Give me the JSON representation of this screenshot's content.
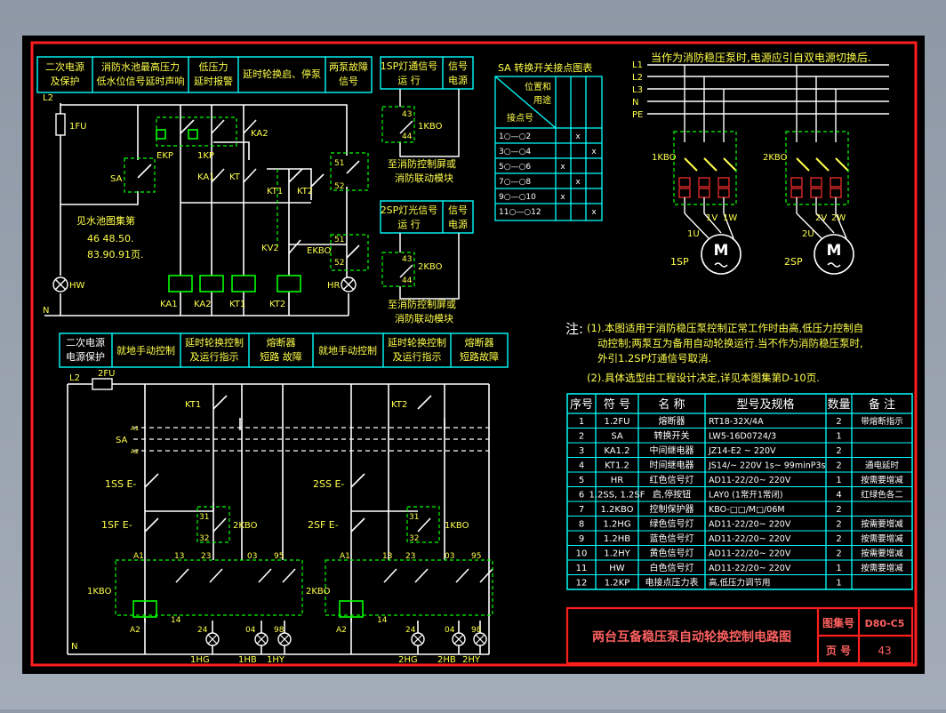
{
  "top_left_header": {
    "col1": [
      "二次电源",
      "及保护"
    ],
    "col2": [
      "消防水池最高压力",
      "低水位信号延时声响"
    ],
    "col3": [
      "低压力",
      "延时报警"
    ],
    "col4": "延时轮换启、停泵",
    "col5": [
      "两泵故障",
      "信号"
    ]
  },
  "left_top_labels": {
    "l2": "L2",
    "fuse": "1FU",
    "n": "N",
    "sa": "SA",
    "ekp": "EKP",
    "kp": "1KP",
    "ka2_top": "KA2",
    "ka1": "KA1",
    "kt": "KT",
    "kt1": "KT1",
    "kt2": "KT2",
    "kv2": "KV2",
    "ekbo": "EKBO",
    "hw": "HW",
    "hr": "HR",
    "n51a": "51",
    "n52a": "52",
    "n51b": "51",
    "n52b": "52",
    "pool_note": [
      "见水池图集第",
      "46 48.50.",
      "83.90.91页."
    ],
    "coil_labels": [
      "KA1",
      "KA2",
      "KT1",
      "KT2"
    ]
  },
  "indicator_1": {
    "header": [
      "1SP灯通信号",
      "运  行"
    ],
    "header2": [
      "信号",
      "电源"
    ],
    "n43": "43",
    "n44": "44",
    "dev": "1KBO",
    "note": [
      "至消防控制屏或",
      "消防联动模块"
    ]
  },
  "indicator_2": {
    "header": [
      "2SP灯光信号",
      "运  行"
    ],
    "header2": [
      "信号",
      "电源"
    ],
    "n43": "43",
    "n44": "44",
    "dev": "2KBO",
    "note": [
      "至消防控制屏或",
      "消防联动模块"
    ]
  },
  "switch_table": {
    "title": "SA 转换开关接点图表",
    "diag_top": "位置和",
    "diag_mid": "用途",
    "diag_bot": "接点号",
    "rows": [
      "1○—○2",
      "3○—○4",
      "5○—○6",
      "7○—○8",
      "9○—○10",
      "11○—○12"
    ],
    "marks": [
      [
        "",
        "x",
        ""
      ],
      [
        "",
        "",
        "x"
      ],
      [
        "x",
        "",
        ""
      ],
      [
        "",
        "x",
        ""
      ],
      [
        "x",
        "",
        ""
      ],
      [
        "",
        "",
        "x"
      ]
    ]
  },
  "power_note": "当作为消防稳压泵时,电源应引自双电源切换后.",
  "power_lines": [
    "L1",
    "L2",
    "L3",
    "N",
    "PE"
  ],
  "motor1": {
    "breaker": "1KBO",
    "u": "1U",
    "v": "1V",
    "w": "1W",
    "label": "1SP",
    "m": "M"
  },
  "motor2": {
    "breaker": "2KBO",
    "u": "2U",
    "v": "2V",
    "w": "2W",
    "label": "2SP",
    "m": "M"
  },
  "notes": {
    "head": "注:",
    "lines": [
      "(1).本图适用于消防稳压泵控制正常工作时由高,低压力控制自",
      "动控制;两泵互为备用自动轮换运行.当不作为消防稳压泵时,",
      "外引1.2SP灯通信号取消.",
      "(2).具体选型由工程设计决定,详见本图集第D-10页."
    ]
  },
  "bottom_header": {
    "col1": [
      "二次电源",
      "电源保护"
    ],
    "col2": "就地手动控制",
    "col3": [
      "延时轮换控制",
      "及运行指示"
    ],
    "col4": [
      "熔断器",
      "短路  故障"
    ],
    "col5": "就地手动控制",
    "col6": [
      "延时轮换控制",
      "及运行指示"
    ],
    "col7": [
      "熔断器",
      "短路故障"
    ]
  },
  "bottom_labels": {
    "l2": "L2",
    "fu": "2FU",
    "n": "N",
    "sa": "SA",
    "a1": "A1",
    "a2": "A2",
    "kt1": "KT1",
    "kt2": "KT2",
    "ss1": "1SS E-",
    "ss2": "2SS E-",
    "sf1": "1SF E-",
    "sf2": "2SF E-",
    "k1": "1KBO",
    "k2": "2KBO",
    "c31a": "31",
    "c32a": "32",
    "d2kbo": "2KBO",
    "c31b": "31",
    "c32b": "32",
    "d1kbo": "1KBO",
    "pinsA": [
      "A1",
      "13",
      "23",
      "03",
      "95"
    ],
    "pinsB": [
      "A1",
      "13",
      "23",
      "03",
      "95"
    ],
    "n14": "14",
    "n14b": "14",
    "botA": [
      "A2",
      "24",
      "04",
      "98"
    ],
    "botB": [
      "A2",
      "24",
      "04",
      "98"
    ],
    "lampsA": [
      "1HG",
      "1HB",
      "1HY"
    ],
    "lampsB": [
      "2HG",
      "2HB",
      "2HY"
    ]
  },
  "bom": {
    "headers": [
      "序号",
      "符  号",
      "名  称",
      "型号及规格",
      "数量",
      "备  注"
    ],
    "rows": [
      [
        "1",
        "1.2FU",
        "熔断器",
        "RT18-32X/4A",
        "2",
        "带熔断指示"
      ],
      [
        "2",
        "SA",
        "转换开关",
        "LW5-16D0724/3",
        "1",
        ""
      ],
      [
        "3",
        "KA1.2",
        "中间继电器",
        "JZ14-E2 ~ 220V",
        "2",
        ""
      ],
      [
        "4",
        "KT1.2",
        "时间继电器",
        "JS14/~ 220V 1s~ 99minP3s",
        "2",
        "通电延时"
      ],
      [
        "5",
        "HR",
        "红色信号灯",
        "AD11-22/20~ 220V",
        "1",
        "按需要增减"
      ],
      [
        "6",
        "1.2SS,\n1.2SF",
        "启,停按钮",
        "LAY0  (1常开1常闭)",
        "4",
        "红绿色各二"
      ],
      [
        "7",
        "1.2KBO",
        "控制保护器",
        "KBO-□□/M□/06M",
        "2",
        ""
      ],
      [
        "8",
        "1.2HG",
        "绿色信号灯",
        "AD11-22/20~ 220V",
        "2",
        "按需要增减"
      ],
      [
        "9",
        "1.2HB",
        "蓝色信号灯",
        "AD11-22/20~ 220V",
        "2",
        "按需要增减"
      ],
      [
        "10",
        "1.2HY",
        "黄色信号灯",
        "AD11-22/20~ 220V",
        "2",
        "按需要增减"
      ],
      [
        "11",
        "HW",
        "白色信号灯",
        "AD11-22/20~ 220V",
        "1",
        "按需要增减"
      ],
      [
        "12",
        "1.2KP",
        "电接点压力表",
        "高,低压力调节用",
        "1",
        ""
      ]
    ]
  },
  "title_block": {
    "title": "两台互备稳压泵自动轮换控制电路图",
    "atlas_label": "图集号",
    "atlas_value": "D80-C5",
    "page_label": "页  号",
    "page_value": "43"
  },
  "colors": {
    "bg": "#000000",
    "frame": "#ff0000",
    "wire": "#ffffff",
    "label": "#ffff4a",
    "device": "#00ffff",
    "dev_green": "#00ff00",
    "dev_red": "#ff3030",
    "title": "#ff6060"
  }
}
